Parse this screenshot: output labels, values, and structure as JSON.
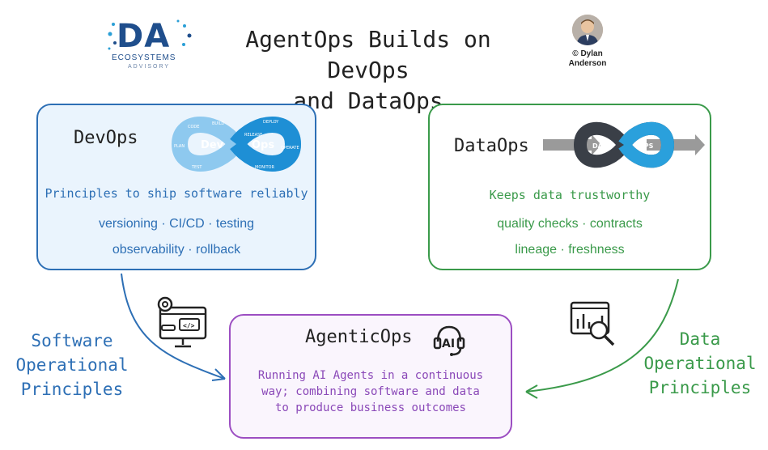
{
  "header": {
    "logo_main": "DA",
    "logo_sub": "ECOSYSTEMS",
    "logo_sub2": "ADVISORY",
    "title_line1": "AgentOps Builds on DevOps",
    "title_line2": "and DataOps",
    "credit_line1": "© Dylan",
    "credit_line2": "Anderson"
  },
  "devops": {
    "title": "DevOps",
    "subtitle": "Principles to ship software reliably",
    "line1": "versioning · CI/CD · testing",
    "line2": "observability · rollback",
    "loop_left": "Dev",
    "loop_right": "Ops",
    "loop_words": [
      "CODE",
      "BUILD",
      "TEST",
      "PLAN",
      "RELEASE",
      "DEPLOY",
      "OPERATE",
      "MONITOR"
    ]
  },
  "dataops": {
    "title": "DataOps",
    "subtitle": "Keeps data trustworthy",
    "line1": "quality checks · contracts",
    "line2": "lineage · freshness",
    "loop_left": "DATA",
    "loop_right": "OPS"
  },
  "agentic": {
    "title": "AgenticOps",
    "icon_text": "AI",
    "desc_line1": "Running AI Agents in a continuous",
    "desc_line2": "way; combining software and data",
    "desc_line3": "to produce business outcomes"
  },
  "left_label": {
    "line1": "Software",
    "line2": "Operational",
    "line3": "Principles"
  },
  "right_label": {
    "line1": "Data",
    "line2": "Operational",
    "line3": "Principles"
  },
  "colors": {
    "blue": "#2d6fb5",
    "green": "#3a9a4a",
    "purple": "#9c4ec2"
  }
}
